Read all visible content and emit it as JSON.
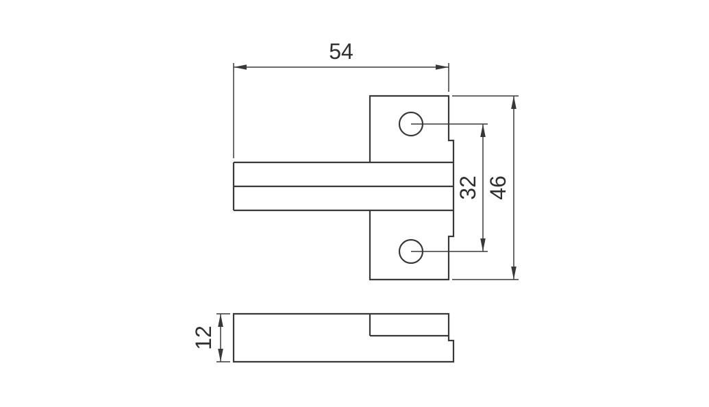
{
  "drawing": {
    "background": "#ffffff",
    "stroke_color": "#383838",
    "dimensions": {
      "top_width": "54",
      "hole_spacing": "32",
      "overall_height": "46",
      "thickness": "12"
    }
  }
}
